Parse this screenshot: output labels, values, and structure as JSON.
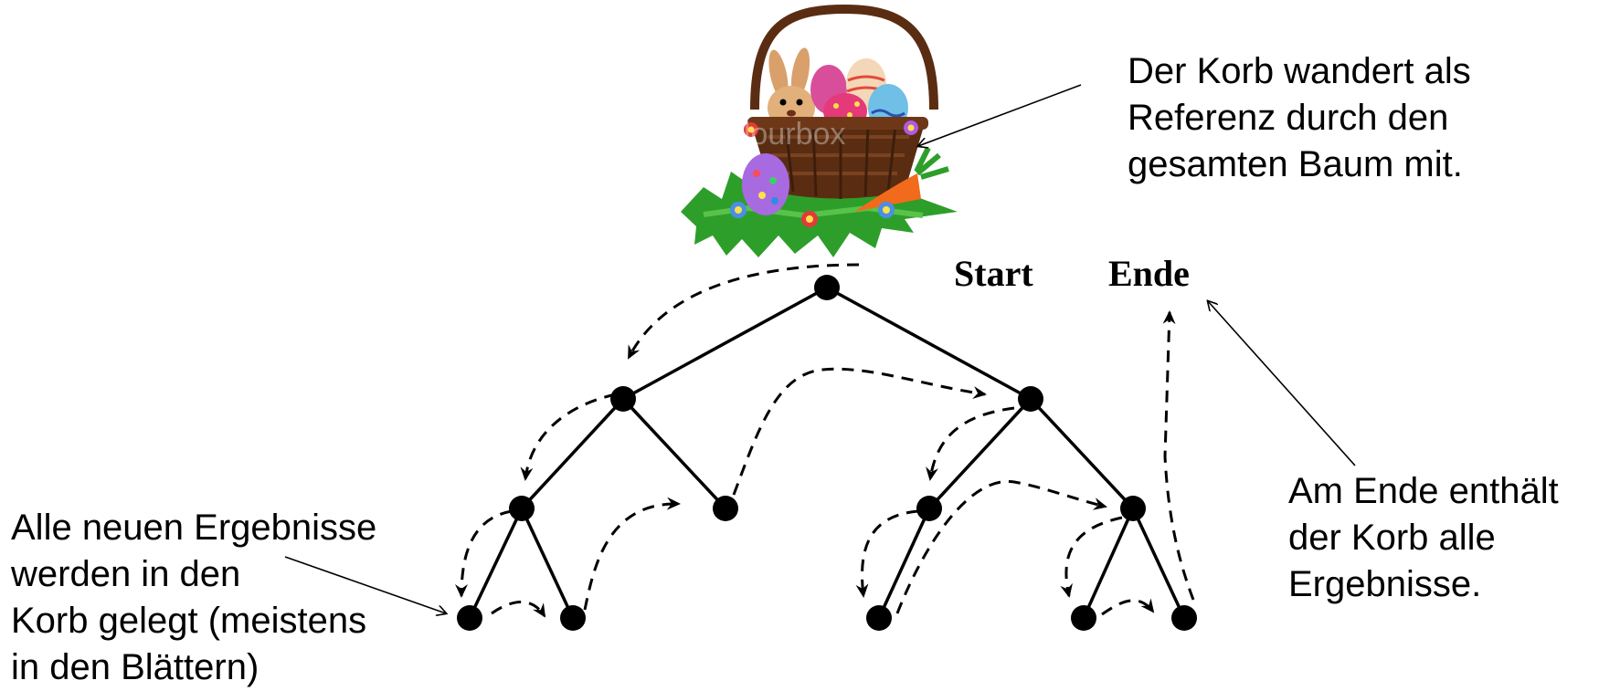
{
  "labels": {
    "start": "Start",
    "end": "Ende"
  },
  "notes": {
    "basket": [
      "Der Korb wandert als",
      "Referenz durch den",
      "gesamten Baum mit."
    ],
    "end": [
      "Am Ende enthält",
      "der Korb alle",
      "Ergebnisse."
    ],
    "leaves": [
      "Alle neuen Ergebnisse",
      "werden in den",
      "Korb gelegt (meistens",
      "in den Blättern)"
    ]
  },
  "illustration": {
    "watermark": "colourbox"
  },
  "colors": {
    "ink": "#000000",
    "basket": "#5a2d12",
    "grass": "#2e9e2a",
    "carrot": "#f26a1b",
    "bunny": "#d9a06b"
  },
  "icons": [
    "easter-basket-icon",
    "bunny-icon",
    "easter-egg-icon",
    "carrot-icon",
    "flower-icon"
  ]
}
